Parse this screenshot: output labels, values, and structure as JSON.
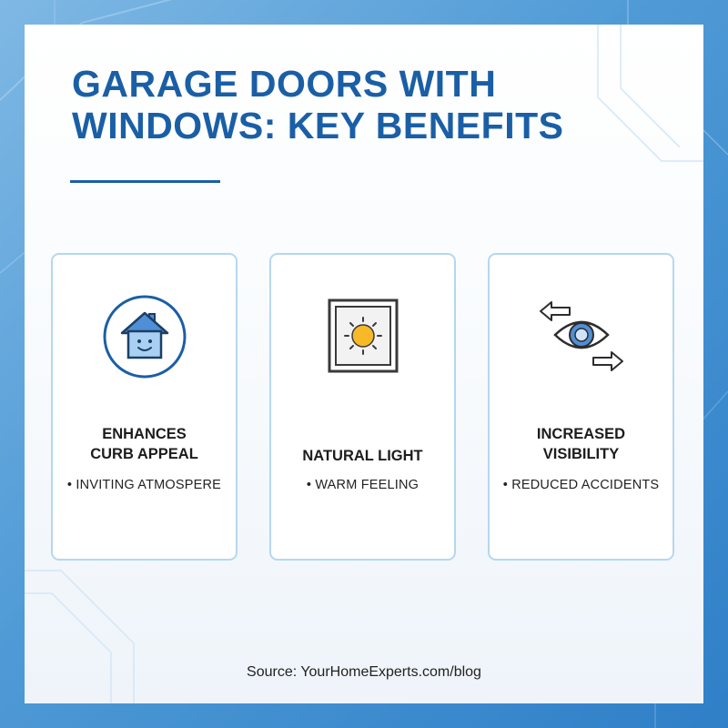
{
  "title": {
    "line1": "GARAGE DOORS WITH",
    "line2": "WINDOWS: KEY BENEFITS"
  },
  "cards": [
    {
      "icon": "smiling-house-icon",
      "heading_lines": [
        "ENHANCES",
        "CURB APPEAL"
      ],
      "bullet": "• INVITING ATMOSPERE"
    },
    {
      "icon": "window-sun-icon",
      "heading_lines": [
        "NATURAL LIGHT"
      ],
      "bullet": "• WARM FEELING"
    },
    {
      "icon": "eye-arrows-icon",
      "heading_lines": [
        "INCREASED",
        "VISIBILITY"
      ],
      "bullet": "• REDUCED ACCIDENTS"
    }
  ],
  "source": "Source: YourHomeExperts.com/blog",
  "colors": {
    "brand_blue": "#1a5fa6",
    "card_border": "#b6d7ef",
    "icon_blue": "#4f8fd6",
    "icon_light_blue": "#cfe4f8",
    "sun_yellow": "#f7b928"
  }
}
